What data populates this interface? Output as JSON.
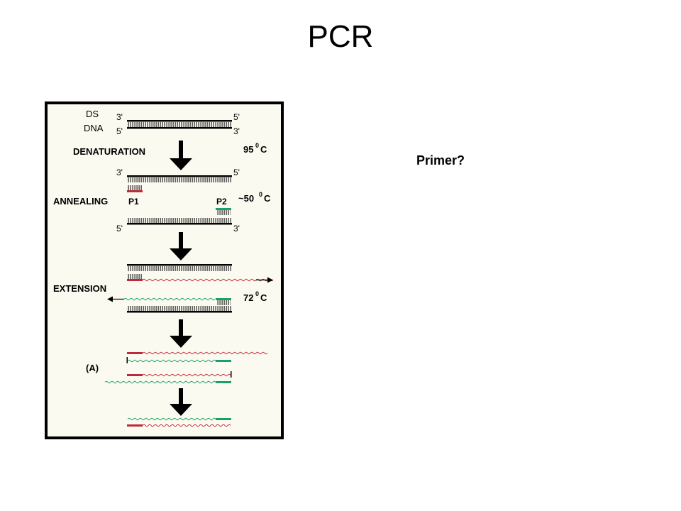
{
  "slide": {
    "title": "PCR",
    "note": "Primer?"
  },
  "figure": {
    "dsdna": [
      "DS",
      "DNA"
    ],
    "end_3": "3'",
    "end_5": "5'",
    "steps": {
      "denaturation": "DENATURATION",
      "annealing": "ANNEALING",
      "extension": "EXTENSION"
    },
    "temps": {
      "denaturation": {
        "value": "95",
        "sup": "0",
        "unit": "C"
      },
      "annealing": {
        "value": "~50",
        "sup": "0",
        "unit": "C"
      },
      "extension": {
        "value": "72",
        "sup": "0",
        "unit": "C"
      }
    },
    "primers": {
      "p1": "P1",
      "p2": "P2"
    },
    "panel": "(A)",
    "colors": {
      "background": "#fbfaf0",
      "border": "#000000",
      "primer1": "#c0283c",
      "primer2": "#1aa06a"
    }
  }
}
